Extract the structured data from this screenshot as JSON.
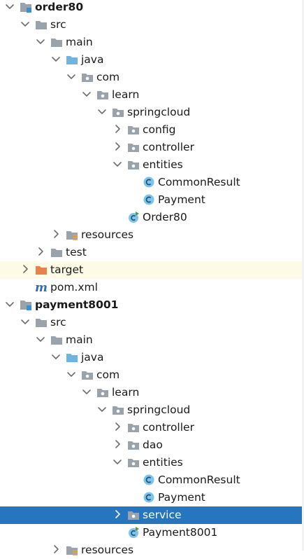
{
  "tree": [
    {
      "label": "order80",
      "depth": 0,
      "arrow": "down",
      "icon": "module",
      "bold": true
    },
    {
      "label": "src",
      "depth": 1,
      "arrow": "down",
      "icon": "folder-gray"
    },
    {
      "label": "main",
      "depth": 2,
      "arrow": "down",
      "icon": "folder-gray"
    },
    {
      "label": "java",
      "depth": 3,
      "arrow": "down",
      "icon": "folder-blue"
    },
    {
      "label": "com",
      "depth": 4,
      "arrow": "down",
      "icon": "package"
    },
    {
      "label": "learn",
      "depth": 5,
      "arrow": "down",
      "icon": "package"
    },
    {
      "label": "springcloud",
      "depth": 6,
      "arrow": "down",
      "icon": "package"
    },
    {
      "label": "config",
      "depth": 7,
      "arrow": "right",
      "icon": "package"
    },
    {
      "label": "controller",
      "depth": 7,
      "arrow": "right",
      "icon": "package"
    },
    {
      "label": "entities",
      "depth": 7,
      "arrow": "down",
      "icon": "package"
    },
    {
      "label": "CommonResult",
      "depth": 8,
      "arrow": "none",
      "icon": "class"
    },
    {
      "label": "Payment",
      "depth": 8,
      "arrow": "none",
      "icon": "class"
    },
    {
      "label": "Order80",
      "depth": 7,
      "arrow": "none",
      "icon": "spring-class"
    },
    {
      "label": "resources",
      "depth": 3,
      "arrow": "right",
      "icon": "folder-resources"
    },
    {
      "label": "test",
      "depth": 2,
      "arrow": "right",
      "icon": "folder-gray"
    },
    {
      "label": "target",
      "depth": 1,
      "arrow": "right",
      "icon": "folder-orange",
      "highlight": true
    },
    {
      "label": "pom.xml",
      "depth": 1,
      "arrow": "none",
      "icon": "maven"
    },
    {
      "label": "payment8001",
      "depth": 0,
      "arrow": "down",
      "icon": "module",
      "bold": true
    },
    {
      "label": "src",
      "depth": 1,
      "arrow": "down",
      "icon": "folder-gray"
    },
    {
      "label": "main",
      "depth": 2,
      "arrow": "down",
      "icon": "folder-gray"
    },
    {
      "label": "java",
      "depth": 3,
      "arrow": "down",
      "icon": "folder-blue"
    },
    {
      "label": "com",
      "depth": 4,
      "arrow": "down",
      "icon": "package"
    },
    {
      "label": "learn",
      "depth": 5,
      "arrow": "down",
      "icon": "package"
    },
    {
      "label": "springcloud",
      "depth": 6,
      "arrow": "down",
      "icon": "package"
    },
    {
      "label": "controller",
      "depth": 7,
      "arrow": "right",
      "icon": "package"
    },
    {
      "label": "dao",
      "depth": 7,
      "arrow": "right",
      "icon": "package"
    },
    {
      "label": "entities",
      "depth": 7,
      "arrow": "down",
      "icon": "package"
    },
    {
      "label": "CommonResult",
      "depth": 8,
      "arrow": "none",
      "icon": "class"
    },
    {
      "label": "Payment",
      "depth": 8,
      "arrow": "none",
      "icon": "class"
    },
    {
      "label": "service",
      "depth": 7,
      "arrow": "right",
      "icon": "package",
      "selected": true
    },
    {
      "label": "Payment8001",
      "depth": 7,
      "arrow": "none",
      "icon": "spring-class"
    },
    {
      "label": "resources",
      "depth": 3,
      "arrow": "right",
      "icon": "folder-resources"
    }
  ],
  "colors": {
    "selection": "#2675bf",
    "target_highlight": "#fdfbe5",
    "folder_gray": "#9aa3ab",
    "folder_blue": "#6fb3e0",
    "folder_orange": "#e8824a",
    "class_circle": "#7ec4ea",
    "spring_green": "#4f9c3f"
  }
}
